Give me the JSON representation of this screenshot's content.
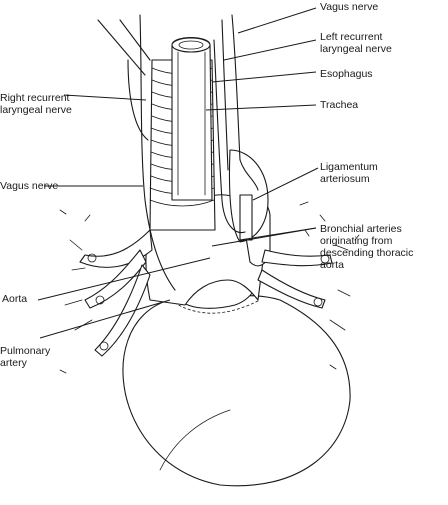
{
  "labels": {
    "vagus_right": "Vagus nerve",
    "left_recurrent": "Left recurrent\nlaryngeal nerve",
    "esophagus": "Esophagus",
    "trachea": "Trachea",
    "right_recurrent": "Right recurrent\nlaryngeal nerve",
    "vagus_left": "Vagus nerve",
    "ligamentum": "Ligamentum\narteriosum",
    "bronchial": "Bronchial arteries\noriginating from\ndescending thoracic\naorta",
    "aorta": "Aorta",
    "pulmonary": "Pulmonary\nartery"
  },
  "colors": {
    "ink": "#1a1a1a",
    "background": "#ffffff"
  }
}
